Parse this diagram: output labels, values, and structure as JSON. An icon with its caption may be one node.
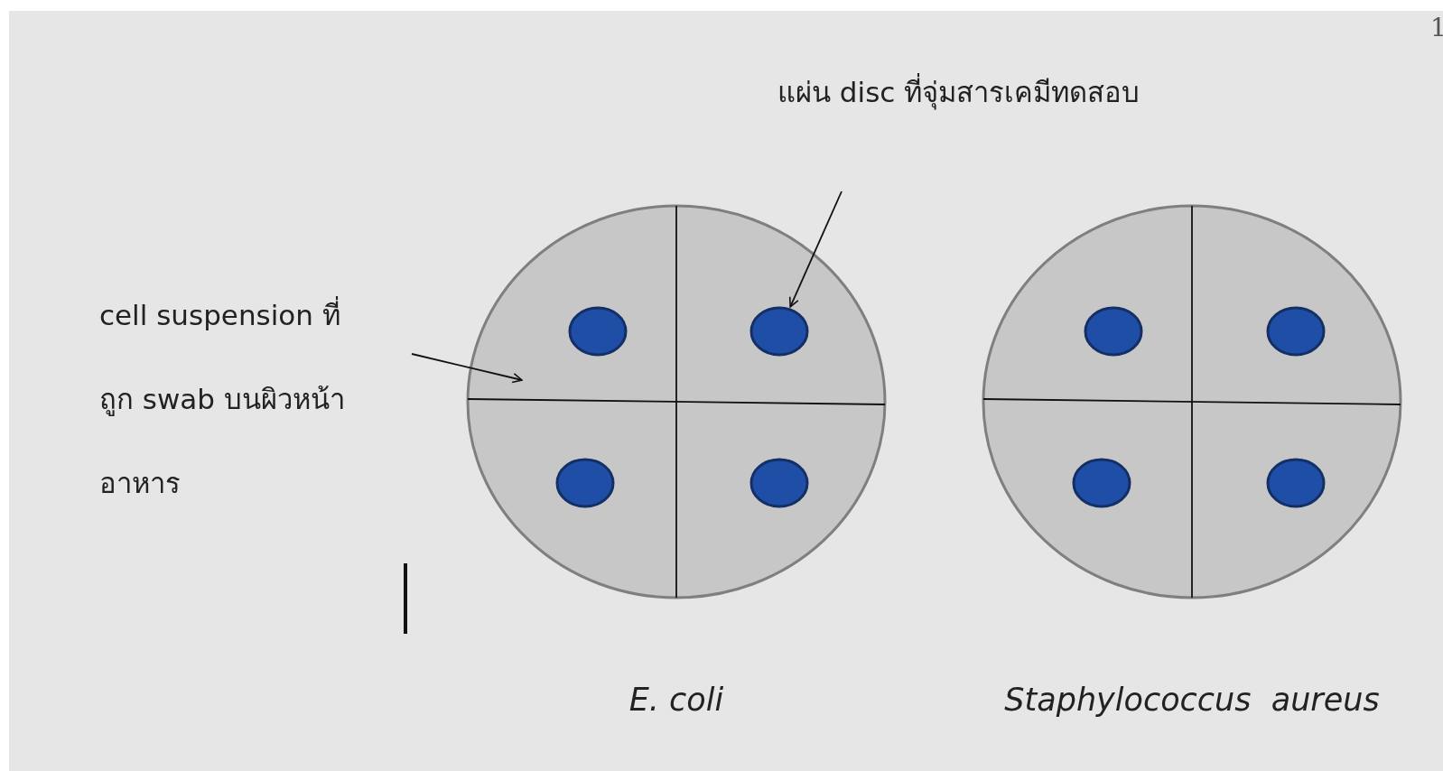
{
  "diagram": {
    "nodes": [
      {
        "text": [
          "แผ่น disc ที่จุ่มสารเคมีทดสอบ"
        ]
      },
      {
        "text": [
          "cell suspension  ที่ ถูก swab บนผิวหน้าอาหาร"
        ]
      },
      {
        "text": [],
        "shape": "circle",
        "beside": [
          "E. coli"
        ]
      },
      {
        "text": [],
        "shape": "circle",
        "in": 2
      },
      {
        "text": [],
        "shape": "circle",
        "in": 2
      },
      {
        "text": [],
        "shape": "circle",
        "in": 2
      },
      {
        "text": [],
        "shape": "circle",
        "in": 2
      },
      {
        "text": [],
        "shape": "circle",
        "beside": [
          "Staphylococcus  aureus"
        ]
      },
      {
        "text": [],
        "shape": "circle",
        "in": 7
      },
      {
        "text": [],
        "shape": "circle",
        "in": 7
      },
      {
        "text": [],
        "shape": "circle",
        "in": 7
      },
      {
        "text": [],
        "shape": "circle",
        "in": 7
      }
    ],
    "edges": [
      {
        "from": 1,
        "to": 2,
        "arrow": "to"
      },
      {
        "from": 0,
        "to": 4,
        "arrow": "to"
      }
    ],
    "labels": [
      "1"
    ]
  }
}
